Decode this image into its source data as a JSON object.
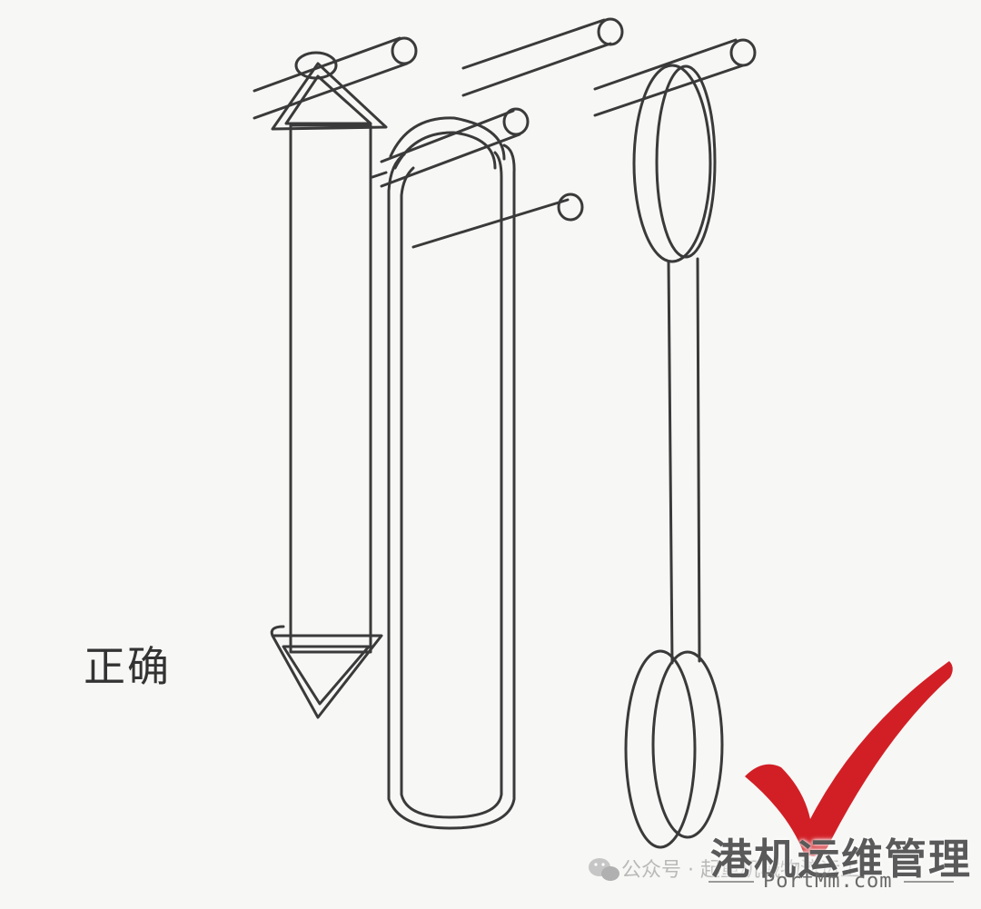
{
  "caption": "正确",
  "watermark": {
    "source": "公众号 · 起重机械物流运工",
    "brand": "港机运维管理",
    "url": "PortMm.com"
  },
  "colors": {
    "line": "#3a3a3a",
    "check": "#d21f26",
    "background": "#f7f7f5"
  },
  "icons": {
    "wechat": "wechat-icon",
    "check": "checkmark-icon"
  }
}
